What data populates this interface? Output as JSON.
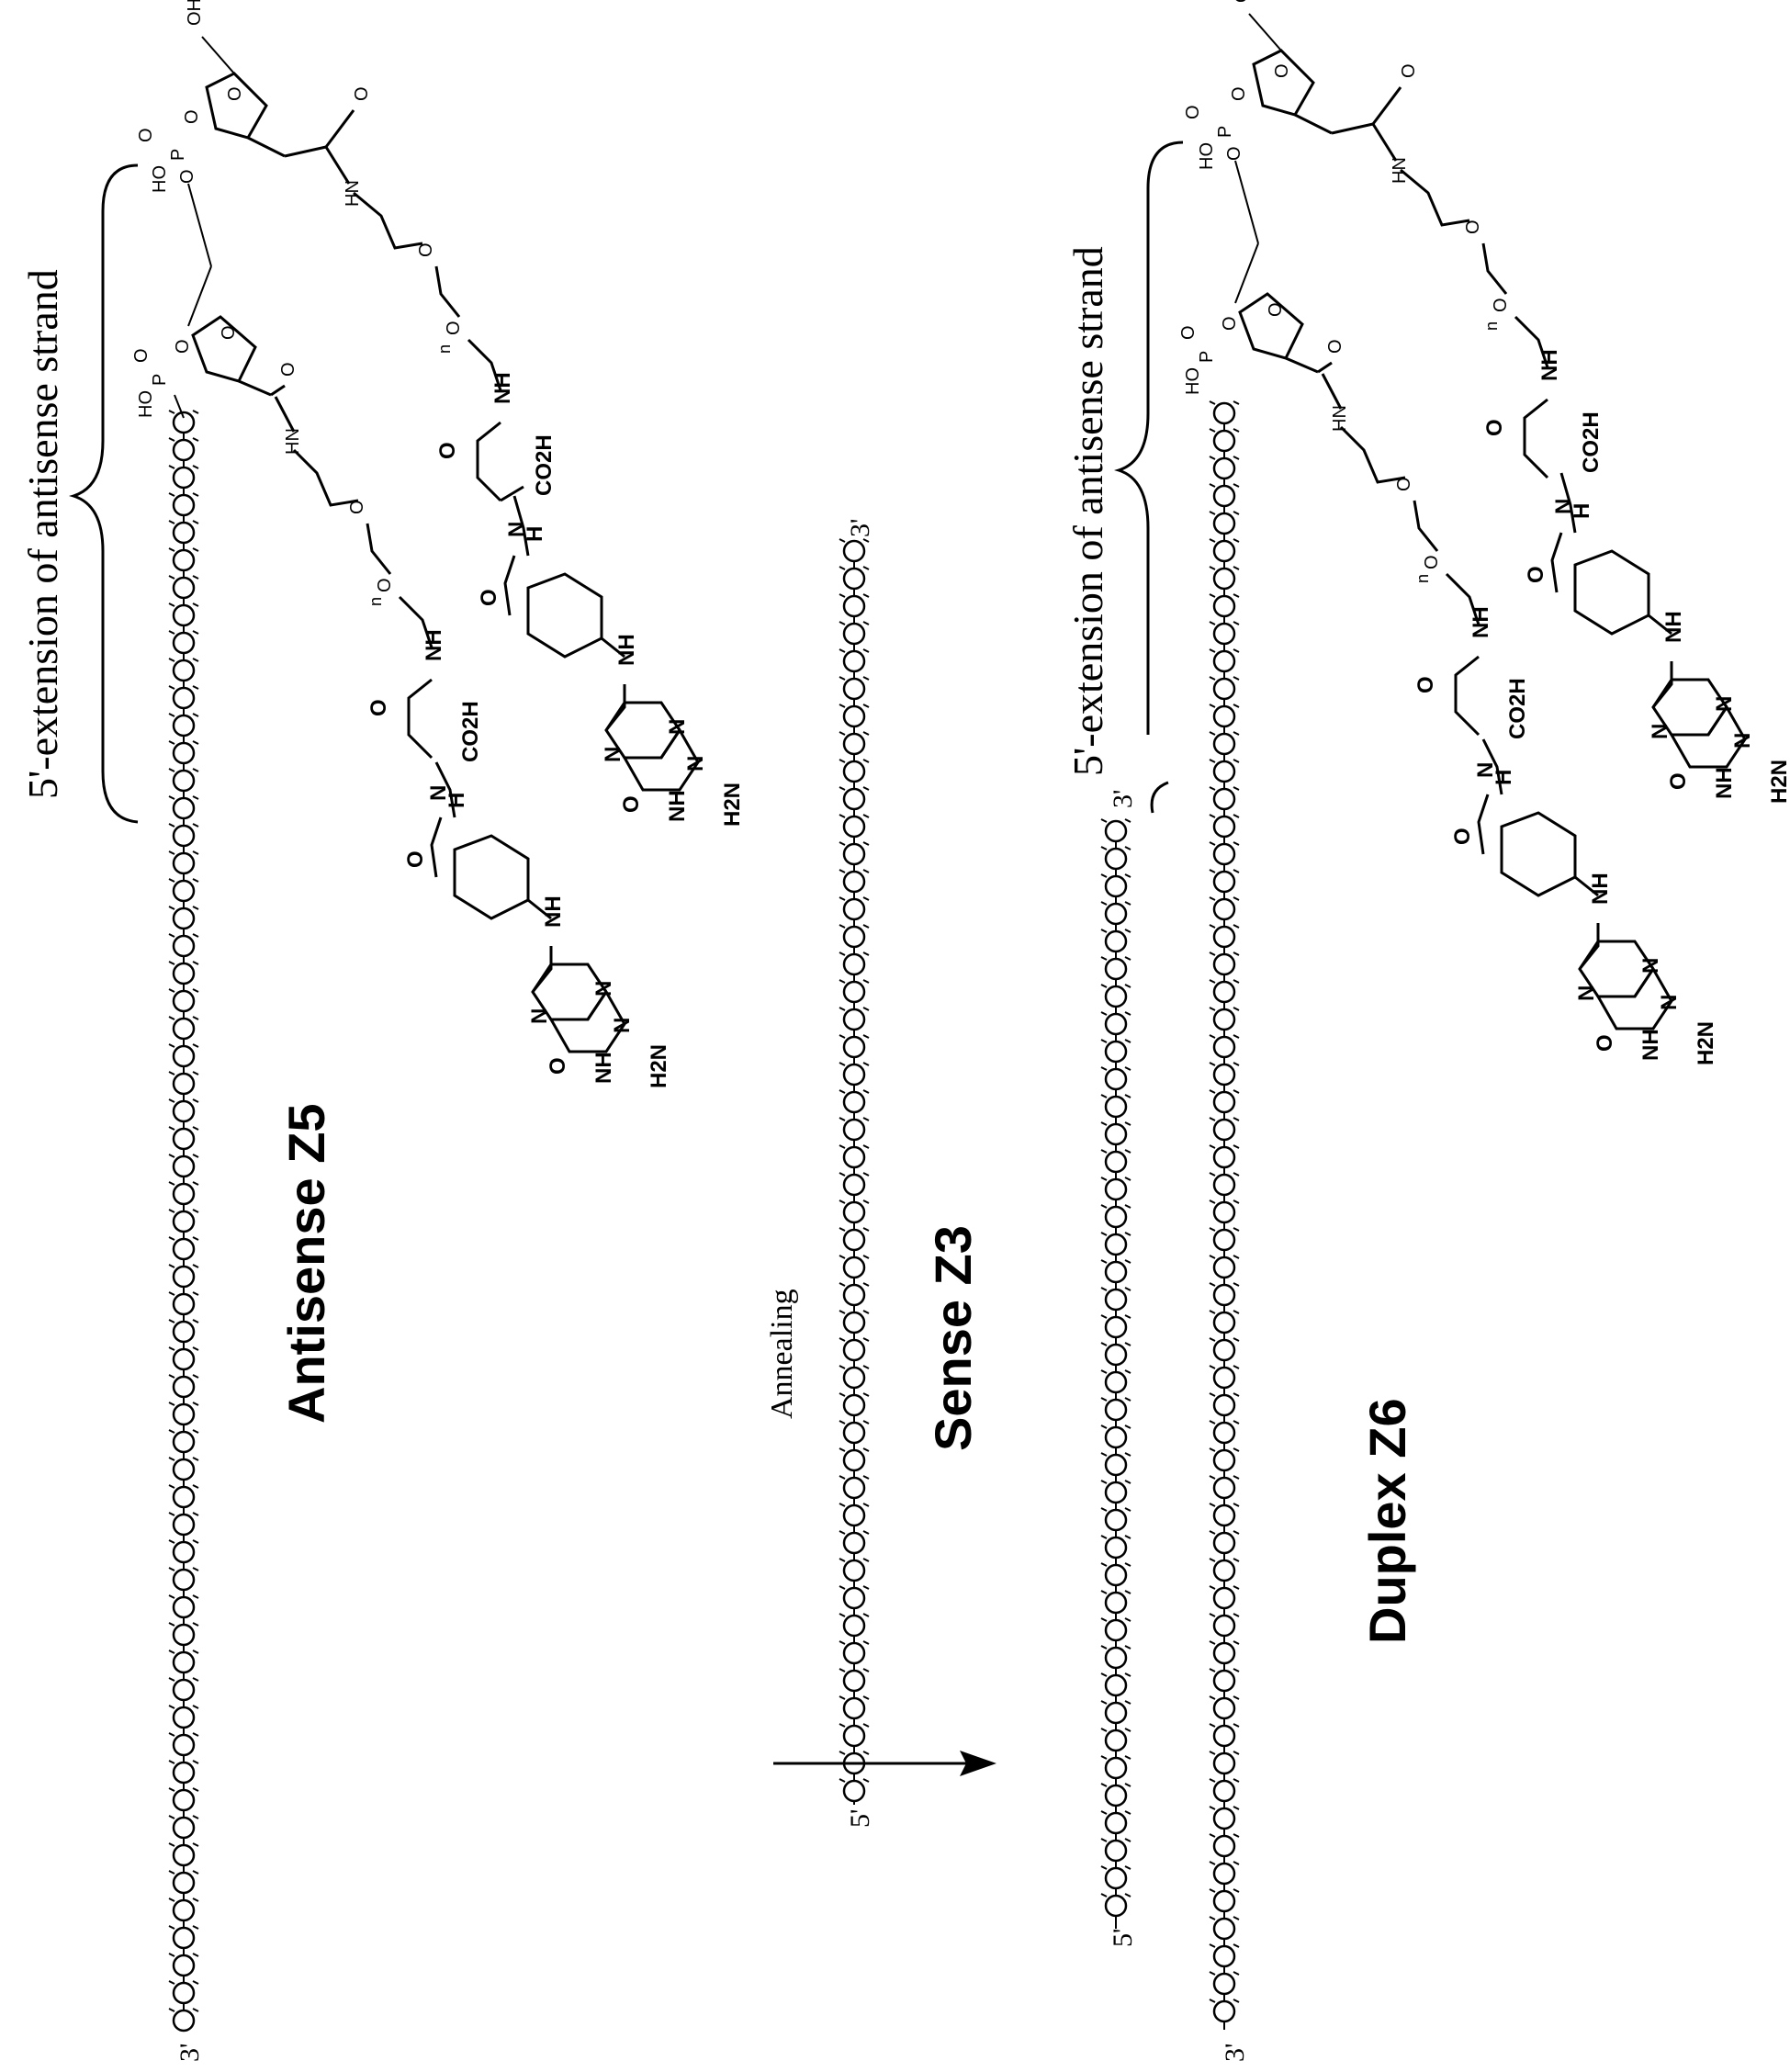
{
  "labels": {
    "antisense": "Antisense Z5",
    "sense": "Sense Z3",
    "duplex": "Duplex Z6",
    "annealing": "Annealing",
    "extension_left": "5'-extension of antisense strand",
    "extension_right": "5'-extension of antisense strand"
  },
  "ends": {
    "antisense_3prime": "3'",
    "sense_5prime": "5'",
    "sense_3prime": "3'",
    "duplex_sense_5prime": "5'",
    "duplex_sense_3prime": "3'",
    "duplex_antisense_3prime": "3'"
  },
  "atoms": {
    "oh": "OH",
    "ho": "HO",
    "p": "P",
    "o": "O",
    "hn": "HN",
    "nh": "NH",
    "n": "N",
    "h": "H",
    "co2h": "CO2H",
    "h2n": "H2N",
    "n_sub": "n"
  }
}
